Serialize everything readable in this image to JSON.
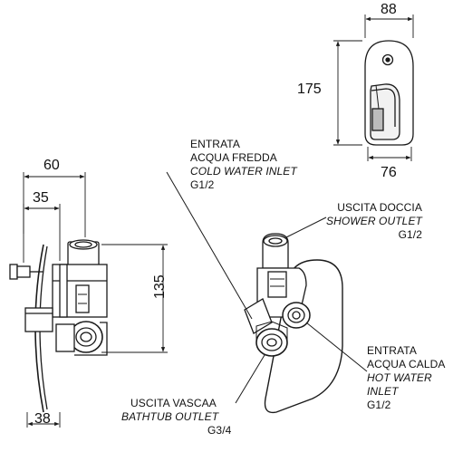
{
  "dimensions": {
    "top_width": "88",
    "top_height": "175",
    "top_bottom_width": "76",
    "side_overall_depth": "60",
    "side_body_depth": "35",
    "side_height": "135",
    "side_plate": "38"
  },
  "labels": {
    "cold_inlet": {
      "it": "ENTRATA",
      "it2": "ACQUA FREDDA",
      "en": "COLD WATER INLET",
      "size": "G1/2"
    },
    "shower_outlet": {
      "it": "USCITA DOCCIA",
      "en": "SHOWER OUTLET",
      "size": "G1/2"
    },
    "hot_inlet": {
      "it": "ENTRATA",
      "it2": "ACQUA CALDA",
      "en": "HOT WATER",
      "en2": "INLET",
      "size": "G1/2"
    },
    "bathtub_outlet": {
      "it": "USCITA VASCAA",
      "en": "BATHTUB OUTLET",
      "size": "G3/4"
    }
  },
  "colors": {
    "line": "#1a1a1a",
    "background": "#ffffff"
  }
}
